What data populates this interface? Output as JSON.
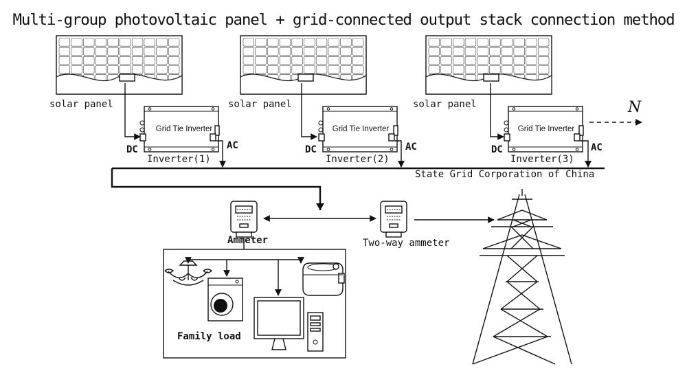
{
  "title": "Multi-group photovoltaic panel + grid-connected output stack connection method",
  "panel_label": "solar panel",
  "inverter_device_label": "Grid Tie Inverter",
  "dc_label": "DC",
  "ac_label": "AC",
  "inverters": [
    {
      "label": "Inverter(1)"
    },
    {
      "label": "Inverter(2)"
    },
    {
      "label": "Inverter(3)"
    }
  ],
  "continuation_label": "N",
  "grid_label": "State Grid Corporation of China",
  "ammeter_label": "Ammeter",
  "two_way_ammeter_label": "Two-way ammeter",
  "family_load_label": "Family load"
}
